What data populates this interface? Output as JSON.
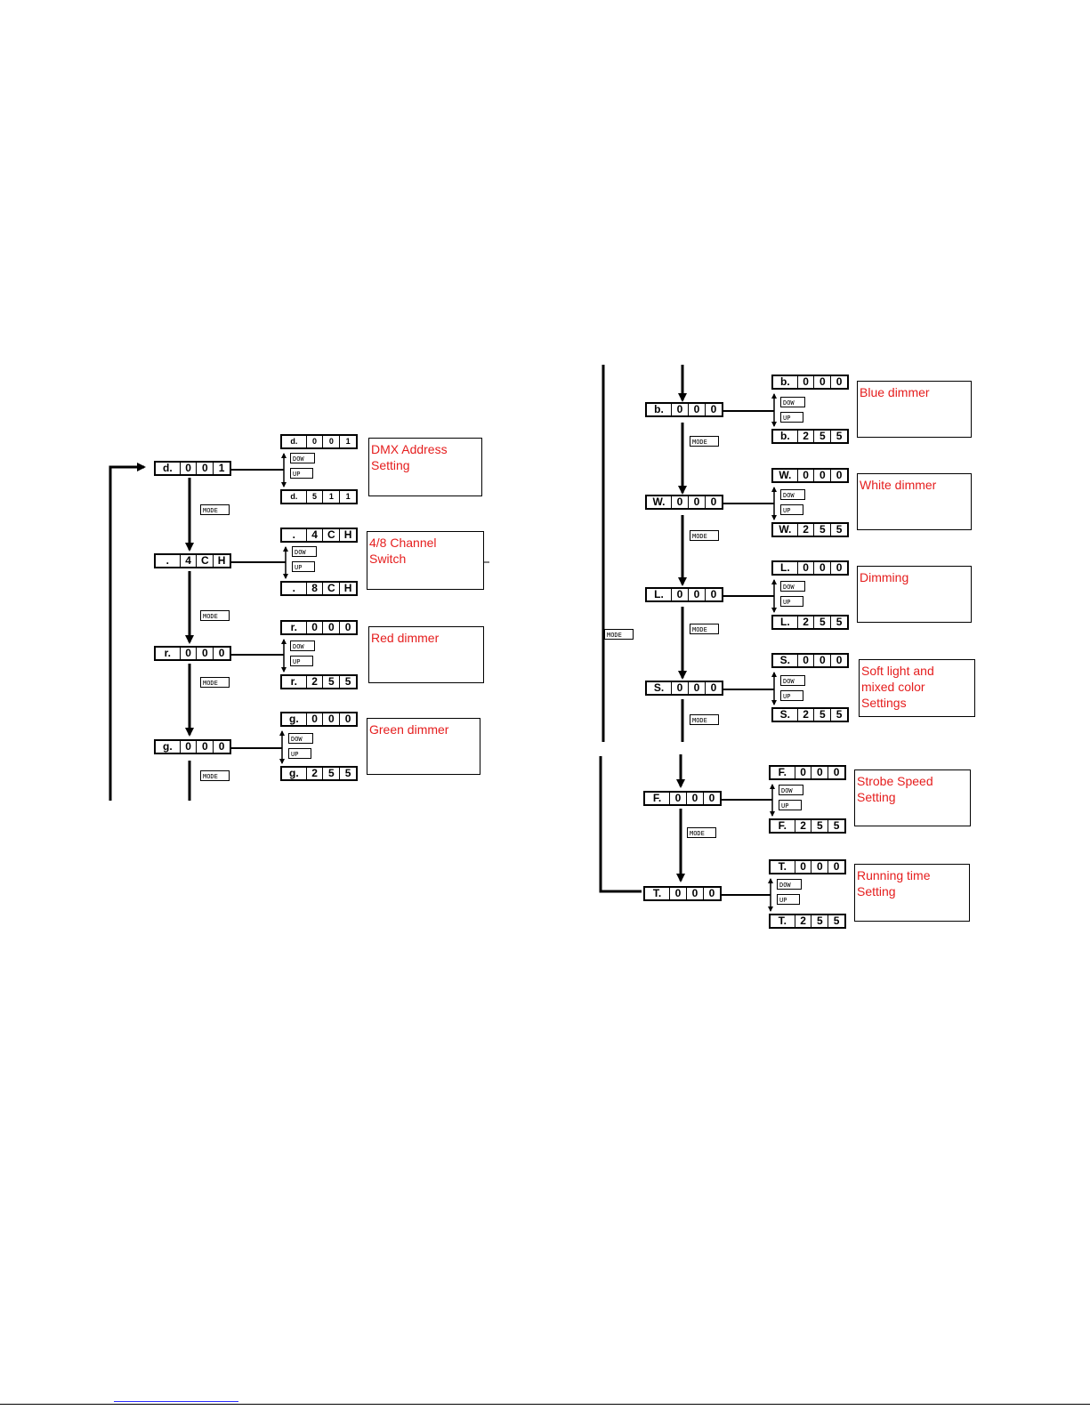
{
  "chains": [
    {
      "id": "dmx",
      "main": [
        "d.",
        "0",
        "0",
        "1"
      ],
      "min": [
        "d.",
        "0",
        "0",
        "1"
      ],
      "max": [
        "d.",
        "5",
        "1",
        "1"
      ],
      "label_lines": [
        "DMX Address",
        "Setting"
      ]
    },
    {
      "id": "channel",
      "main": [
        ".",
        "4",
        "C",
        "H"
      ],
      "min": [
        ".",
        "4",
        "C",
        "H"
      ],
      "max": [
        ".",
        "8",
        "C",
        "H"
      ],
      "label_lines": [
        "4/8 Channel",
        "Switch"
      ]
    },
    {
      "id": "red",
      "main": [
        "r.",
        "0",
        "0",
        "0"
      ],
      "min": [
        "r.",
        "0",
        "0",
        "0"
      ],
      "max": [
        "r.",
        "2",
        "5",
        "5"
      ],
      "label_lines": [
        "Red dimmer"
      ]
    },
    {
      "id": "green",
      "main": [
        "g.",
        "0",
        "0",
        "0"
      ],
      "min": [
        "g.",
        "0",
        "0",
        "0"
      ],
      "max": [
        "g.",
        "2",
        "5",
        "5"
      ],
      "label_lines": [
        "Green dimmer"
      ]
    },
    {
      "id": "blue",
      "main": [
        "b.",
        "0",
        "0",
        "0"
      ],
      "min": [
        "b.",
        "0",
        "0",
        "0"
      ],
      "max": [
        "b.",
        "2",
        "5",
        "5"
      ],
      "label_lines": [
        "Blue dimmer"
      ]
    },
    {
      "id": "white",
      "main": [
        "W.",
        "0",
        "0",
        "0"
      ],
      "min": [
        "W.",
        "0",
        "0",
        "0"
      ],
      "max": [
        "W.",
        "2",
        "5",
        "5"
      ],
      "label_lines": [
        "White dimmer"
      ]
    },
    {
      "id": "dimming",
      "main": [
        "L.",
        "0",
        "0",
        "0"
      ],
      "min": [
        "L.",
        "0",
        "0",
        "0"
      ],
      "max": [
        "L.",
        "2",
        "5",
        "5"
      ],
      "label_lines": [
        "Dimming"
      ]
    },
    {
      "id": "soft",
      "main": [
        "S.",
        "0",
        "0",
        "0"
      ],
      "min": [
        "S.",
        "0",
        "0",
        "0"
      ],
      "max": [
        "S.",
        "2",
        "5",
        "5"
      ],
      "label_lines": [
        "Soft light and",
        "mixed color",
        "Settings"
      ]
    },
    {
      "id": "strobe",
      "main": [
        "F.",
        "0",
        "0",
        "0"
      ],
      "min": [
        "F.",
        "0",
        "0",
        "0"
      ],
      "max": [
        "F.",
        "2",
        "5",
        "5"
      ],
      "label_lines": [
        "Strobe Speed",
        "Setting"
      ]
    },
    {
      "id": "running",
      "main": [
        "T.",
        "0",
        "0",
        "0"
      ],
      "min": [
        "T.",
        "0",
        "0",
        "0"
      ],
      "max": [
        "T.",
        "2",
        "5",
        "5"
      ],
      "label_lines": [
        "Running time",
        "Setting"
      ]
    }
  ],
  "buttons": {
    "mode": "MODE",
    "down": "DOW",
    "up": "UP"
  },
  "colors": {
    "label_text": "#e51d1d",
    "line": "#000000"
  }
}
